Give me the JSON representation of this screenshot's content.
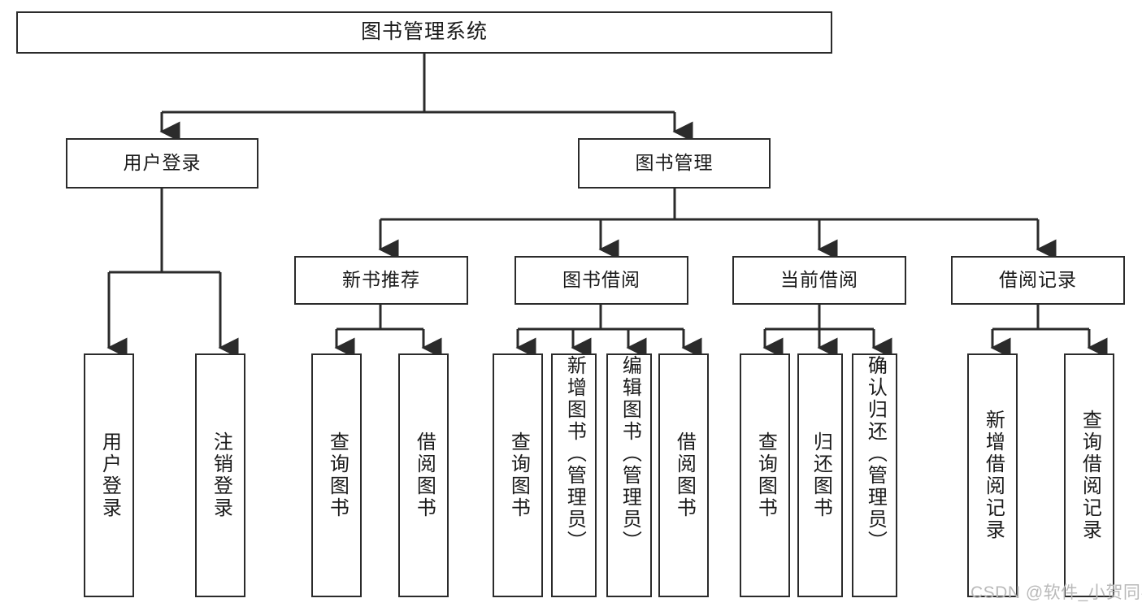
{
  "diagram": {
    "type": "tree-hierarchy",
    "title": "图书管理系统",
    "root": {
      "label": "图书管理系统"
    },
    "level2": [
      {
        "id": "user-login",
        "label": "用户登录"
      },
      {
        "id": "book-management",
        "label": "图书管理"
      }
    ],
    "level3": [
      {
        "id": "new-book-recommend",
        "label": "新书推荐",
        "parent": "book-management"
      },
      {
        "id": "book-borrow",
        "label": "图书借阅",
        "parent": "book-management"
      },
      {
        "id": "current-borrow",
        "label": "当前借阅",
        "parent": "book-management"
      },
      {
        "id": "borrow-record",
        "label": "借阅记录",
        "parent": "book-management"
      }
    ],
    "leaves": [
      {
        "id": "leaf-user-login",
        "label": "用户登录",
        "parent": "user-login",
        "align": "center"
      },
      {
        "id": "leaf-logout",
        "label": "注销登录",
        "parent": "user-login",
        "align": "center"
      },
      {
        "id": "leaf-query-book-1",
        "label": "查询图书",
        "parent": "new-book-recommend",
        "align": "center"
      },
      {
        "id": "leaf-borrow-book-1",
        "label": "借阅图书",
        "parent": "new-book-recommend",
        "align": "center"
      },
      {
        "id": "leaf-query-book-2",
        "label": "查询图书",
        "parent": "book-borrow",
        "align": "center"
      },
      {
        "id": "leaf-add-book",
        "label": "新增图书（管理员）",
        "parent": "book-borrow",
        "align": "top"
      },
      {
        "id": "leaf-edit-book",
        "label": "编辑图书（管理员）",
        "parent": "book-borrow",
        "align": "top"
      },
      {
        "id": "leaf-borrow-book-2",
        "label": "借阅图书",
        "parent": "book-borrow",
        "align": "center"
      },
      {
        "id": "leaf-query-book-3",
        "label": "查询图书",
        "parent": "current-borrow",
        "align": "center"
      },
      {
        "id": "leaf-return-book",
        "label": "归还图书",
        "parent": "current-borrow",
        "align": "center"
      },
      {
        "id": "leaf-confirm-return",
        "label": "确认归还（管理员）",
        "parent": "current-borrow",
        "align": "top"
      },
      {
        "id": "leaf-add-record",
        "label": "新增借阅记录",
        "parent": "borrow-record",
        "align": "center"
      },
      {
        "id": "leaf-query-record",
        "label": "查询借阅记录",
        "parent": "borrow-record",
        "align": "center"
      }
    ],
    "colors": {
      "stroke": "#2b2b2b",
      "fill": "#ffffff",
      "text": "#1a1a1a",
      "watermark": "#b9b9b9"
    }
  },
  "watermark": {
    "text": "CSDN @软件_小贺同学"
  }
}
